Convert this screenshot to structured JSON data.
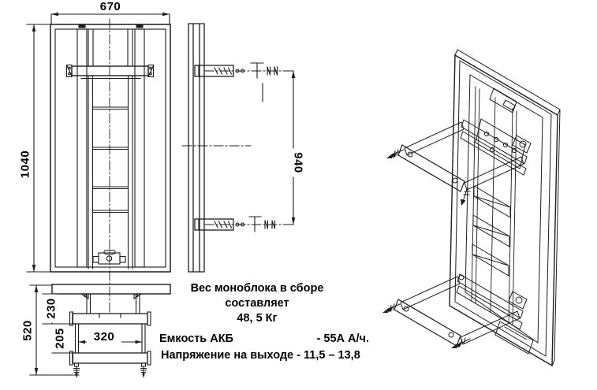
{
  "dimensions": {
    "front_width": "670",
    "front_height": "1040",
    "side_bracket_span": "940",
    "bottom_total": "520",
    "bottom_upper": "230",
    "bottom_width": "320",
    "bottom_lower": "205"
  },
  "notes": {
    "weight_line1": "Вес моноблока в сборе",
    "weight_line2": "составляет",
    "weight_line3": "48, 5 Кг",
    "capacity_label": "Емкость АКБ",
    "capacity_value": "- 55А А/ч.",
    "voltage_text": "Напряжение на выходе - 11,5 – 13,8"
  },
  "colors": {
    "line": "#1c1c1c",
    "background": "#ffffff",
    "text": "#000000"
  }
}
